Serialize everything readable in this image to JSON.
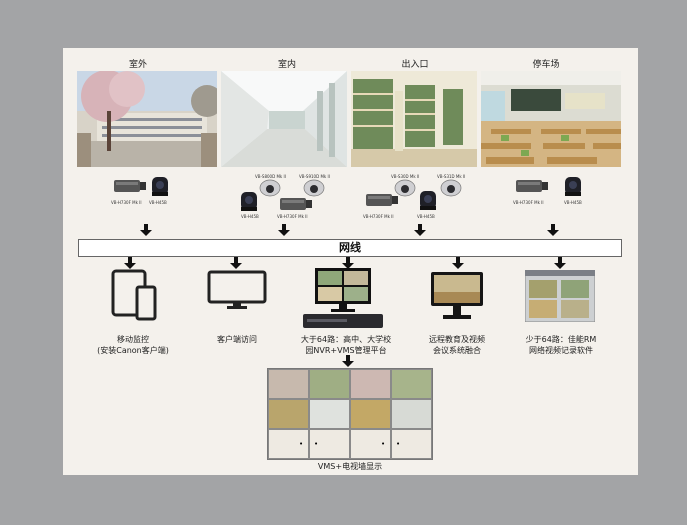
{
  "sections": [
    {
      "id": "outdoor",
      "title": "室外"
    },
    {
      "id": "indoor",
      "title": "室内"
    },
    {
      "id": "entrance",
      "title": "出入口"
    },
    {
      "id": "parking",
      "title": "停车场"
    }
  ],
  "cameras": [
    {
      "id": "cam-o1",
      "label": "VB-H730F Mk II"
    },
    {
      "id": "cam-o2",
      "label": "VB-H45B"
    },
    {
      "id": "cam-i1",
      "label": "VB-S800D Mk II"
    },
    {
      "id": "cam-i2",
      "label": "VB-S910D Mk II"
    },
    {
      "id": "cam-i3",
      "label": "VB-H45B"
    },
    {
      "id": "cam-i4",
      "label": "VB-H730F Mk II"
    },
    {
      "id": "cam-e1",
      "label": "VB-S30D Mk II"
    },
    {
      "id": "cam-e2",
      "label": "VB-S31D Mk II"
    },
    {
      "id": "cam-e3",
      "label": "VB-H730F Mk II"
    },
    {
      "id": "cam-e4",
      "label": "VB-H45B"
    },
    {
      "id": "cam-p1",
      "label": "VB-H730F Mk II"
    },
    {
      "id": "cam-p2",
      "label": "VB-H45B"
    }
  ],
  "network": {
    "label": "网线"
  },
  "devices": [
    {
      "id": "mobile",
      "line1": "移动监控",
      "line2": "(安装Canon客户端)"
    },
    {
      "id": "client",
      "line1": "客户端访问",
      "line2": ""
    },
    {
      "id": "nvr",
      "line1": "大于64路：高中、大学校",
      "line2": "园NVR+VMS管理平台"
    },
    {
      "id": "remote",
      "line1": "远程教育及视频",
      "line2": "会议系统融合"
    },
    {
      "id": "rm",
      "line1": "少于64路：佳能RM",
      "line2": "网络视频记录软件"
    }
  ],
  "videowall": {
    "label": "VMS+电视墙显示",
    "blank_mark": "•"
  }
}
